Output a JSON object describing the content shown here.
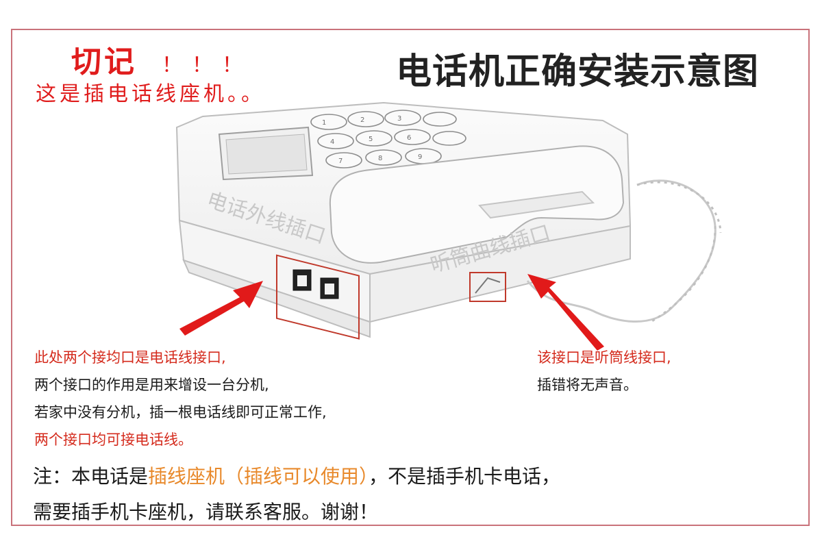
{
  "warning": {
    "headline": "切记",
    "exclaim": "！！！",
    "subline": "这是插电话线座机。。"
  },
  "title": "电话机正确安装示意图",
  "phone_labels": {
    "line_port": "电话外线插口",
    "handset_port": "听筒曲线插口"
  },
  "left_note": {
    "line1": "此处两个接均口是电话线接口,",
    "line2": "两个接口的作用是用来增设一台分机,",
    "line3": "若家中没有分机，插一根电话线即可正常工作,",
    "line4": "两个接口均可接电话线。"
  },
  "right_note": {
    "line1": "该接口是听筒线接口,",
    "line2": "插错将无声音。"
  },
  "footer": {
    "p1_prefix": "注：本电话是",
    "p1_highlight": "插线座机（插线可以使用）",
    "p1_suffix": "，不是插手机卡电话，",
    "p2": "需要插手机卡座机，请联系客服。谢谢！"
  },
  "colors": {
    "red": "#e01c1c",
    "orange": "#e8892b",
    "frame": "#c9727a",
    "arrow": "#e11a1a"
  }
}
